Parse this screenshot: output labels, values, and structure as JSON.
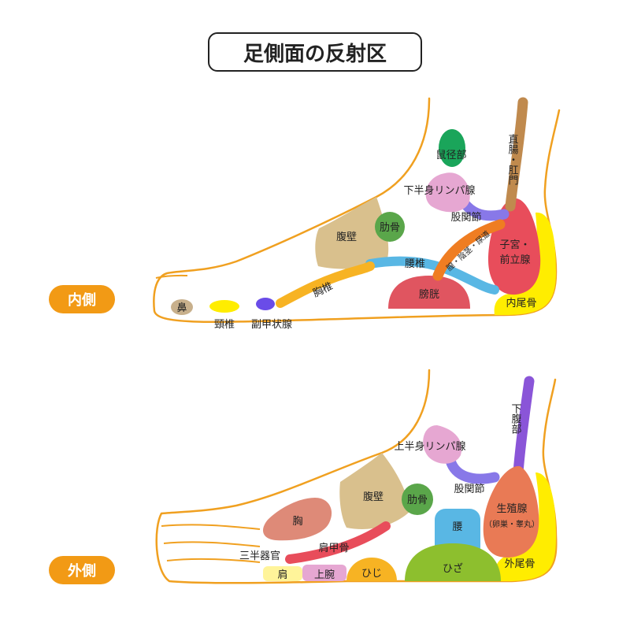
{
  "title": "足側面の反射区",
  "colors": {
    "outline": "#f0a020",
    "badge": "#f29a15"
  },
  "inner": {
    "side_label": "内側",
    "zones": {
      "hana": "鼻",
      "keitsui": "頸椎",
      "fukukoujousen": "副甲状腺",
      "kyoutsui": "胸椎",
      "fukuheki": "腹壁",
      "rokkotsu": "肋骨",
      "youtsui": "腰椎",
      "boukou": "膀胱",
      "chitsu_nyoudou": "膣・陰茎・尿道",
      "shikyuu_1": "子宮・",
      "shikyuu_2": "前立腺",
      "naibikotsu": "内尾骨",
      "kokansetsu": "股関節",
      "kahanshin_lymph": "下半身リンパ腺",
      "sokeibu": "鼠径部",
      "chokuchou": "直腸・肛門"
    }
  },
  "outer": {
    "side_label": "外側",
    "zones": {
      "kafukubu": "下腹部",
      "jouhanshin_lymph": "上半身リンパ腺",
      "kokansetsu": "股関節",
      "fukuheki": "腹壁",
      "rokkotsu": "肋骨",
      "mune": "胸",
      "seishokusen": "生殖腺",
      "seishokusen_sub": "（卵巣・睾丸）",
      "koshi": "腰",
      "kenkoukotsu": "肩甲骨",
      "sanshoukikan": "三半器官",
      "kata": "肩",
      "jouwan": "上腕",
      "hiji": "ひじ",
      "hiza": "ひざ",
      "gaibikotsu": "外尾骨"
    }
  }
}
